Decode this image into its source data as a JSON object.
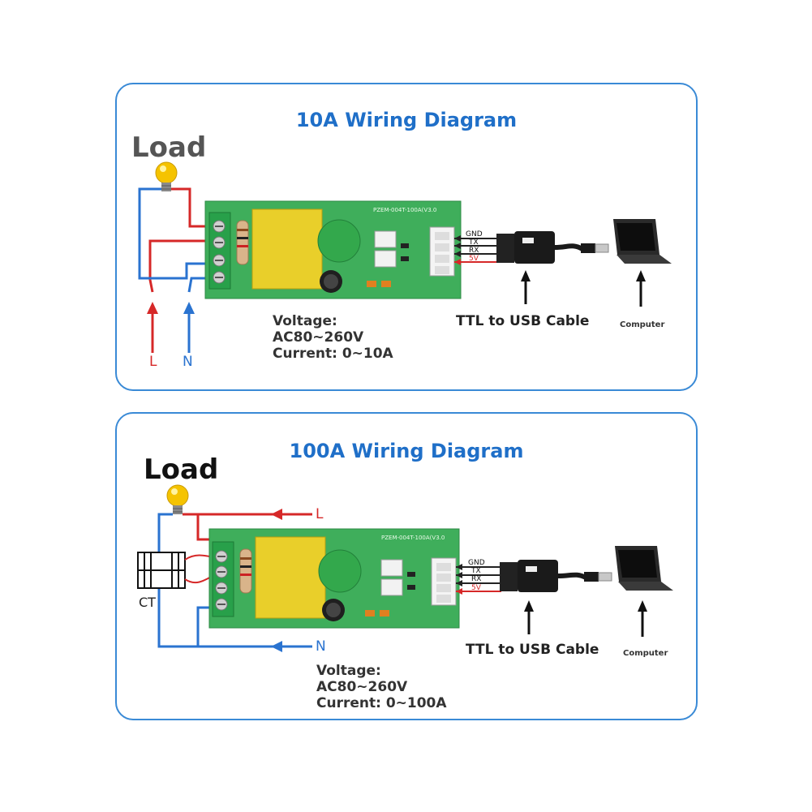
{
  "diagrams": [
    {
      "title": "10A Wiring Diagram",
      "load_label": "Load",
      "spec": {
        "voltage_label": "Voltage:",
        "voltage_range": "AC80~260V",
        "current": "Current: 0~10A"
      },
      "cable_label": "TTL to USB Cable",
      "computer_label": "Computer",
      "line_label": "L",
      "neutral_label": "N",
      "pins": [
        "GND",
        "TX",
        "RX",
        "5V"
      ]
    },
    {
      "title": "100A Wiring Diagram",
      "load_label": "Load",
      "spec": {
        "voltage_label": "Voltage:",
        "voltage_range": "AC80~260V",
        "current": "Current: 0~100A"
      },
      "cable_label": "TTL to USB Cable",
      "computer_label": "Computer",
      "line_label": "L",
      "neutral_label": "N",
      "ct_label": "CT",
      "pins": [
        "GND",
        "TX",
        "RX",
        "5V"
      ]
    }
  ],
  "colors": {
    "accent": "#1f6fc8",
    "live_wire": "#d62828",
    "neutral_wire": "#2a73d0",
    "pcb": "#3fae5b",
    "capacitor": "#e9cf2a",
    "qc_sticker": "#33a84c"
  }
}
